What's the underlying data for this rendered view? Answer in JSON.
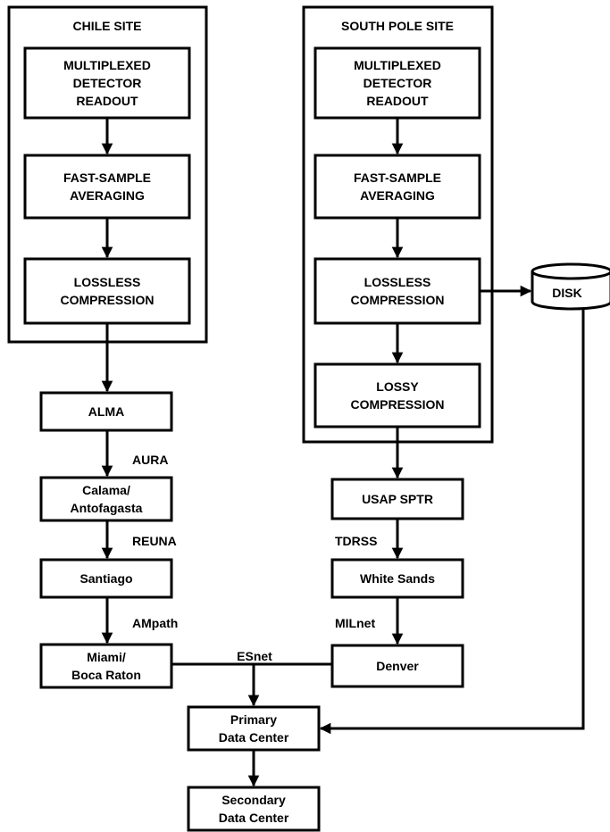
{
  "chile": {
    "site_title": "CHILE SITE",
    "readout": [
      "MULTIPLEXED",
      "DETECTOR",
      "READOUT"
    ],
    "averaging": [
      "FAST-SAMPLE",
      "AVERAGING"
    ],
    "compression": [
      "LOSSLESS",
      "COMPRESSION"
    ],
    "alma": "ALMA",
    "aura": "AURA",
    "calama": [
      "Calama/",
      "Antofagasta"
    ],
    "reuna": "REUNA",
    "santiago": "Santiago",
    "ampath": "AMpath",
    "miami": [
      "Miami/",
      "Boca Raton"
    ]
  },
  "south_pole": {
    "site_title": "SOUTH POLE SITE",
    "readout": [
      "MULTIPLEXED",
      "DETECTOR",
      "READOUT"
    ],
    "averaging": [
      "FAST-SAMPLE",
      "AVERAGING"
    ],
    "lossless": [
      "LOSSLESS",
      "COMPRESSION"
    ],
    "lossy": [
      "LOSSY",
      "COMPRESSION"
    ],
    "disk": "DISK",
    "sptr": "USAP SPTR",
    "tdrss": "TDRSS",
    "white_sands": "White Sands",
    "milnet": "MILnet",
    "denver": "Denver"
  },
  "shared": {
    "esnet": "ESnet",
    "primary": [
      "Primary",
      "Data Center"
    ],
    "secondary": [
      "Secondary",
      "Data Center"
    ]
  }
}
